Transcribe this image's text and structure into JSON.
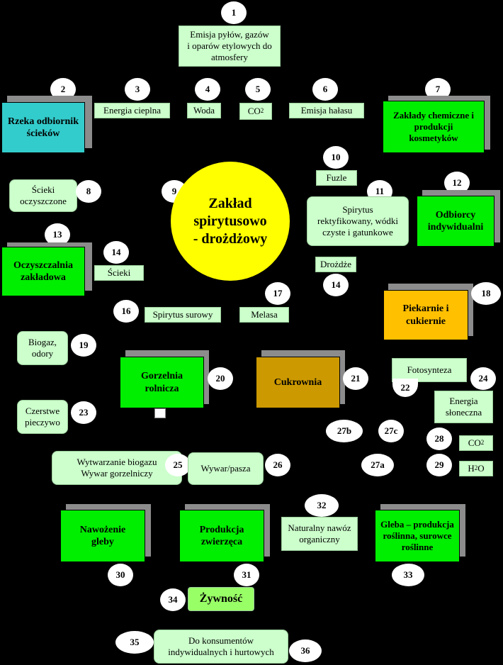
{
  "numbers": {
    "n1": "1",
    "n2": "2",
    "n3": "3",
    "n4": "4",
    "n5": "5",
    "n6": "6",
    "n7": "7",
    "n8": "8",
    "n9": "9",
    "n10": "10",
    "n11": "11",
    "n12": "12",
    "n13": "13",
    "n14a": "14",
    "n14b": "14",
    "n16": "16",
    "n17": "17",
    "n18": "18",
    "n19": "19",
    "n20": "20",
    "n21": "21",
    "n22": "22",
    "n23": "23",
    "n24": "24",
    "n25": "25",
    "n26": "26",
    "n27a": "27a",
    "n27b": "27b",
    "n27c": "27c",
    "n28": "28",
    "n29": "29",
    "n30": "30",
    "n31": "31",
    "n32": "32",
    "n33": "33",
    "n34": "34",
    "n35": "35",
    "n36": "36"
  },
  "labels": {
    "emisja_pylow": "Emisja  pyłów, gazów\ni  oparów etylowych do\natmosfery",
    "energia_cieplna": "Energia cieplna",
    "woda": "Woda",
    "co2_top": "CO",
    "co2_top_sub": "2",
    "emisja_halasu": "Emisja hałasu",
    "fuzle": "Fuzle",
    "scieki_oczyszczone": "Ścieki\noczyszczone",
    "spirytus_rektyfikowany": "Spirytus\nrektyfikowany, wódki\nczyste i gatunkowe",
    "scieki": "Ścieki",
    "drozdze": "Drożdże",
    "spirytus_surowy": "Spirytus surowy",
    "melasa": "Melasa",
    "biogaz": "Biogaz,\nodory",
    "fotosynteza": "Fotosynteza",
    "energia_sloneczna": "Energia\nsłoneczna",
    "czerstwe": "Czerstwe\npieczywo",
    "co2_small": "CO",
    "co2_small_sub": "2",
    "h2o_pre": "H",
    "h2o_sub": "2",
    "h2o_post": "O",
    "wytwarzanie": "Wytwarzanie biogazu\nWywar gorzelniczy",
    "wywar": "Wywar/pasza",
    "naturalny": "Naturalny nawóz\norganiczny",
    "zywnosc": "Żywność",
    "do_konsumentow": "Do konsumentów\nindywidualnych i hurtowych"
  },
  "nodes": {
    "rzeka": "Rzeka odbiornik\nścieków",
    "zaklady": "Zakłady chemiczne i\nprodukcji\nkosmetyków",
    "zaklad": "Zakład\nspirytusowo\n-  drożdżowy",
    "odbiorcy": "Odbiorcy\nindywidualni",
    "oczyszczalnia": "Oczyszczalnia\nzakładowa",
    "piekarnie": "Piekarnie i\ncukiernie",
    "gorzelnia": "Gorzelnia\nrolnicza",
    "cukrownia": "Cukrownia",
    "nawozenie": "Nawożenie\ngleby",
    "produkcja": "Produkcja\nzwierzęca",
    "gleba": "Gleba – produkcja\nroślinna, surowce\nroślinne"
  },
  "colors": {
    "background": "#000000",
    "label_fill": "#ccffcc",
    "node_green": "#00ee00",
    "node_cyan": "#33cccc",
    "node_orange": "#ffc000",
    "node_brown": "#cc9900",
    "sun_yellow": "#ffff00",
    "shadow_gray": "#8c8c8c"
  }
}
